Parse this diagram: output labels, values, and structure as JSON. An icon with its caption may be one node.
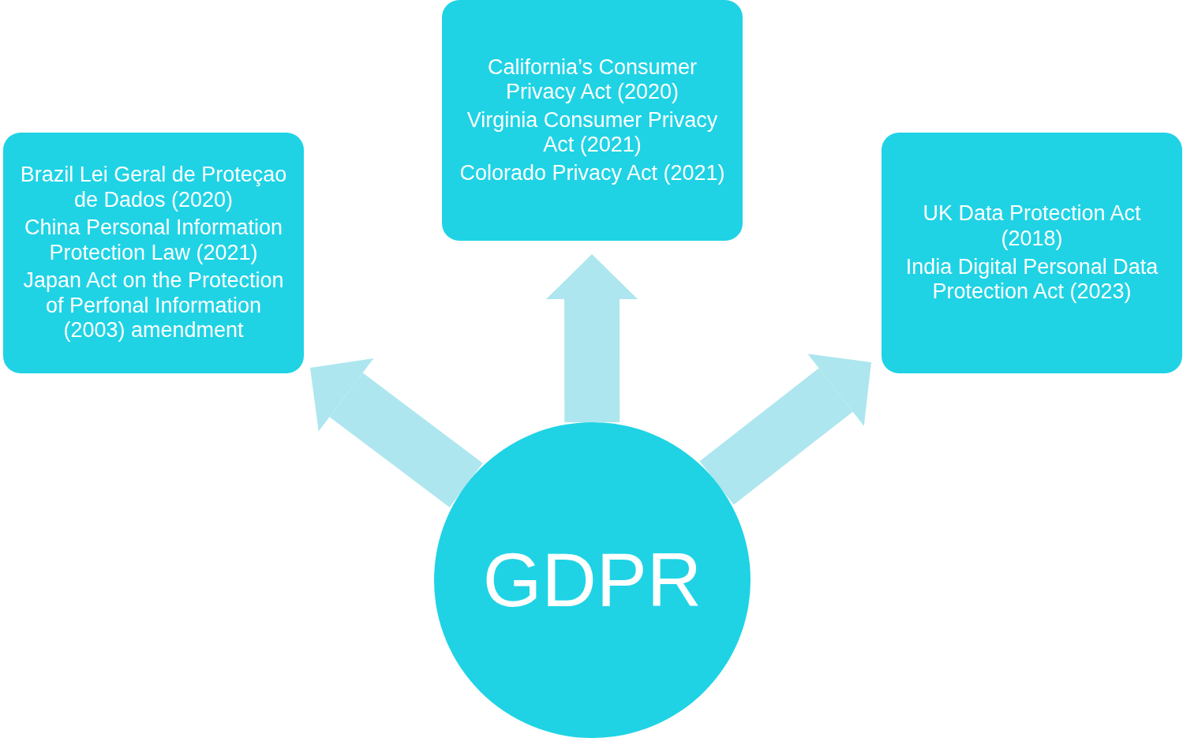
{
  "diagram": {
    "nodes": [
      {
        "text": [
          "California’s Consumer Privacy Act (2020)",
          "Virginia Consumer Privacy Act (2021)",
          "Colorado Privacy Act (2021)"
        ]
      },
      {
        "text": [
          "Brazil Lei Geral de Proteçao de Dados (2020)",
          "China Personal Information Protection Law (2021)",
          "Japan Act on the Protection of Perfonal Information (2003) amendment"
        ]
      },
      {
        "text": [
          "UK Data Protection Act (2018)",
          "India Digital Personal Data Protection Act (2023)"
        ]
      },
      {
        "text": [
          "GDPR"
        ]
      }
    ],
    "edges": [
      {
        "from": 3,
        "to": 0,
        "arrow": "to"
      },
      {
        "from": 3,
        "to": 1,
        "arrow": "to"
      },
      {
        "from": 3,
        "to": 2,
        "arrow": "to"
      }
    ]
  }
}
